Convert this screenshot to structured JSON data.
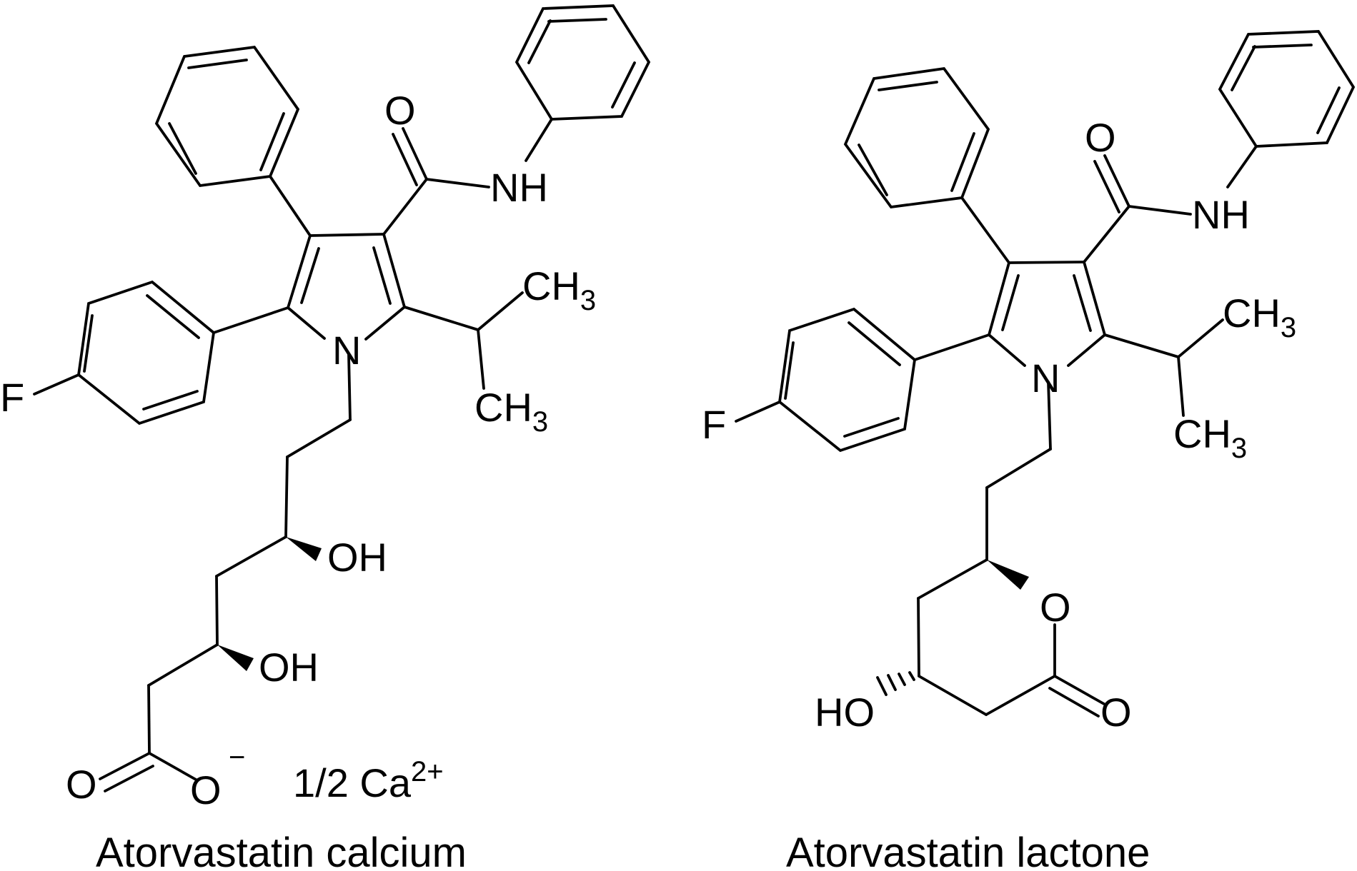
{
  "molecule_calcium": {
    "caption": "Atorvastatin calcium",
    "atoms": {
      "fluorine": "F",
      "nitrogen": "N",
      "amide_oxygen": "O",
      "amide_nh": "NH",
      "methyl_1": "CH",
      "methyl_1_sub": "3",
      "methyl_2": "CH",
      "methyl_2_sub": "3",
      "hydroxyl_1": "OH",
      "hydroxyl_2": "OH",
      "carbonyl_oxygen": "O",
      "carboxylate_oxygen": "O",
      "charge": "−"
    },
    "counterion": "1/2 Ca",
    "counterion_charge": "2+"
  },
  "molecule_lactone": {
    "caption": "Atorvastatin lactone",
    "atoms": {
      "fluorine": "F",
      "nitrogen": "N",
      "amide_oxygen": "O",
      "amide_nh": "NH",
      "methyl_1": "CH",
      "methyl_1_sub": "3",
      "methyl_2": "CH",
      "methyl_2_sub": "3",
      "ring_oxygen": "O",
      "carbonyl_oxygen": "O",
      "hydroxyl": "HO"
    }
  }
}
